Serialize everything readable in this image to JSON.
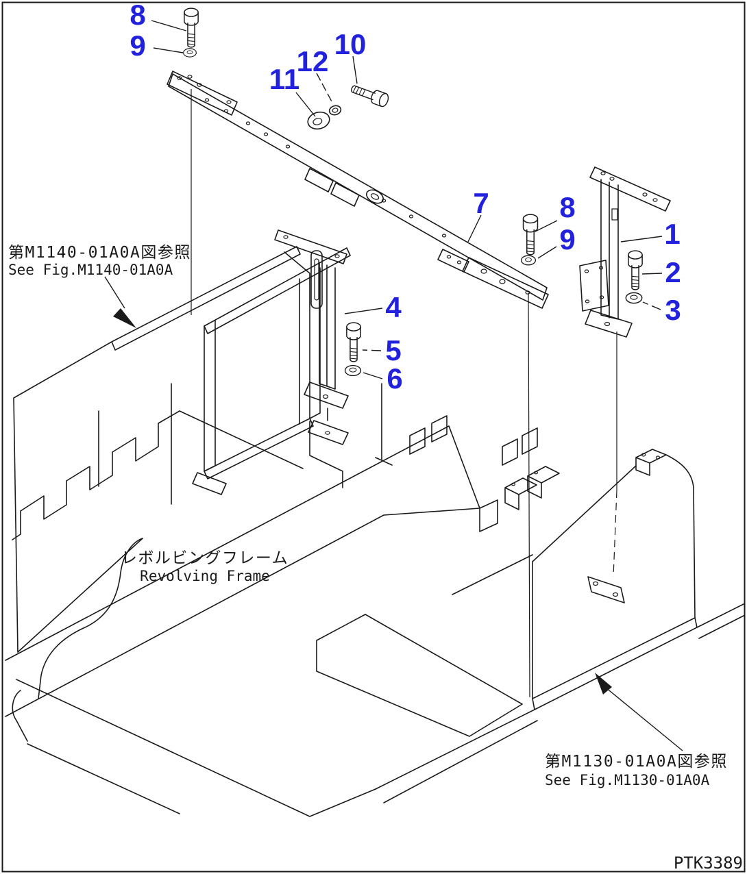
{
  "drawing": {
    "code": "PTK3389",
    "type_label": "parts-diagram"
  },
  "colors": {
    "accent_blue": "#2222DD",
    "ink": "#1a1a1a",
    "paper": "#ffffff"
  },
  "labels": {
    "ref_top_left": {
      "jp": "第M1140-01A0A図参照",
      "en": "See Fig.M1140-01A0A"
    },
    "ref_bottom_right": {
      "jp": "第M1130-01A0A図参照",
      "en": "See Fig.M1130-01A0A"
    },
    "frame_name": {
      "jp": "レボルビングフレーム",
      "en": "Revolving Frame"
    }
  },
  "callouts": [
    {
      "num": "8",
      "loc": "top-left bolt"
    },
    {
      "num": "9",
      "loc": "top-left washer"
    },
    {
      "num": "11",
      "loc": "top-center grommet"
    },
    {
      "num": "12",
      "loc": "top-center washer"
    },
    {
      "num": "10",
      "loc": "top-center bolt"
    },
    {
      "num": "7",
      "loc": "upper cross bar"
    },
    {
      "num": "8",
      "loc": "center-right bolt"
    },
    {
      "num": "9",
      "loc": "center-right washer"
    },
    {
      "num": "1",
      "loc": "right support post"
    },
    {
      "num": "2",
      "loc": "right bolt"
    },
    {
      "num": "3",
      "loc": "right washer"
    },
    {
      "num": "4",
      "loc": "center support post"
    },
    {
      "num": "5",
      "loc": "center bolt"
    },
    {
      "num": "6",
      "loc": "center washer"
    }
  ]
}
